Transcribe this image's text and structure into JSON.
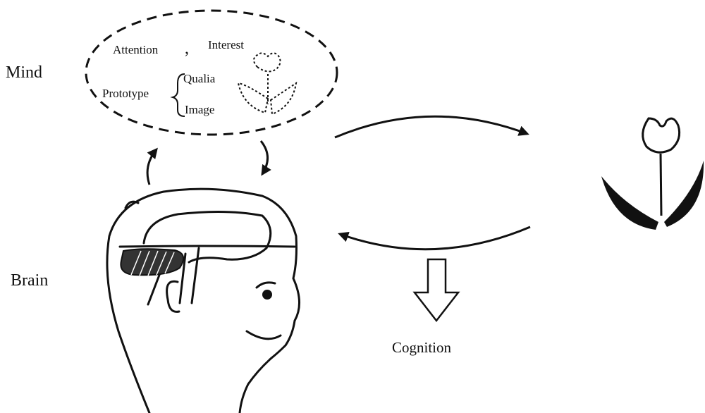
{
  "labels": {
    "mind": "Mind",
    "brain": "Brain",
    "attention": "Attention",
    "comma": ",",
    "interest": "Interest",
    "prototype": "Prototype",
    "qualia": "Qualia",
    "image": "Image",
    "cognition": "Cognition"
  },
  "colors": {
    "ink": "#111111",
    "background": "#ffffff"
  }
}
